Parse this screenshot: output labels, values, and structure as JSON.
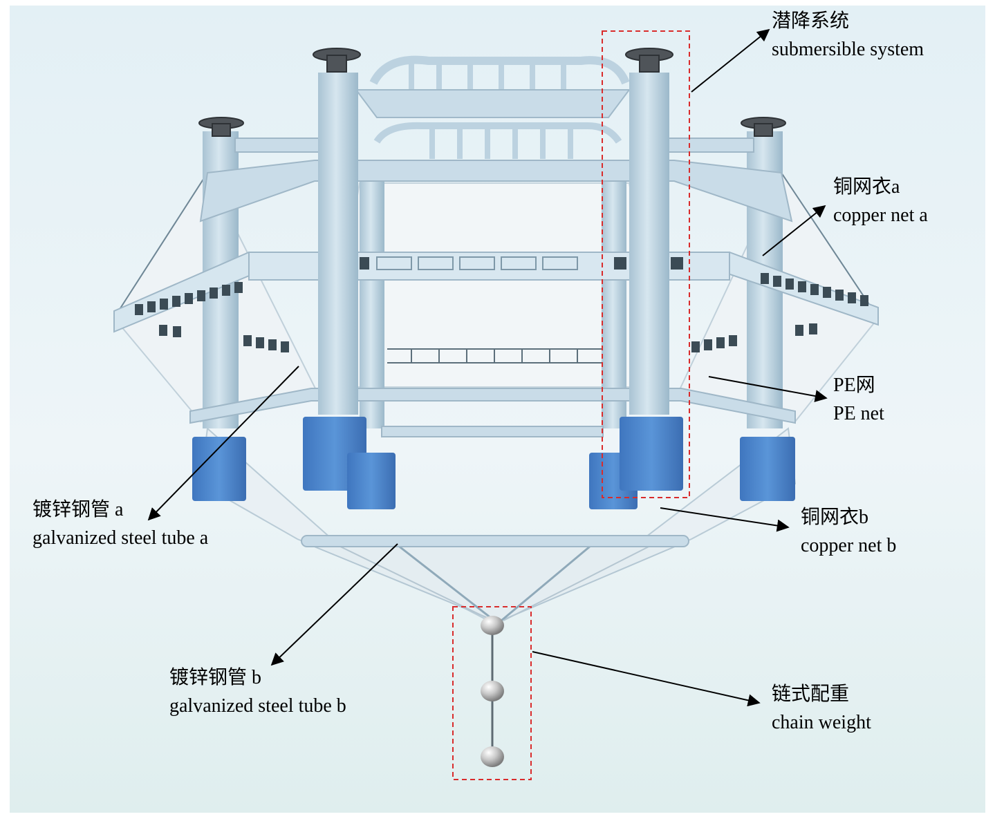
{
  "labels": {
    "submersible_system": {
      "cn": "潜降系统",
      "en": "submersible system"
    },
    "copper_net_a": {
      "cn": "铜网衣a",
      "en": "copper net a"
    },
    "pe_net": {
      "cn": "PE网",
      "en": "PE net"
    },
    "copper_net_b": {
      "cn": "铜网衣b",
      "en": "copper net b"
    },
    "galvanized_tube_a": {
      "cn": "镀锌钢管 a",
      "en": "galvanized steel tube a"
    },
    "galvanized_tube_b": {
      "cn": "镀锌钢管 b",
      "en": "galvanized steel tube b"
    },
    "chain_weight": {
      "cn": "链式配重",
      "en": "chain weight"
    }
  },
  "colors": {
    "frame": "#c9dce8",
    "frame_dark": "#a9c3d3",
    "buoy": "#4a84cc",
    "net_fill": "#eef3f6",
    "highlight_box": "#d92b2b",
    "chain_ball": "#b7b7b7",
    "cap": "#555555"
  }
}
